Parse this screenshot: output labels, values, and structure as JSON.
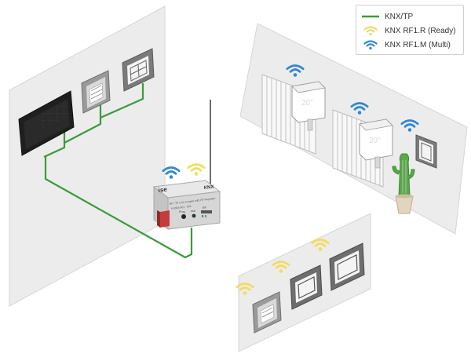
{
  "legend": {
    "items": [
      {
        "label": "KNX/TP",
        "kind": "line",
        "color": "#3a9b3a"
      },
      {
        "label": "KNX RF1.R (Ready)",
        "kind": "wifi",
        "color": "#f2dc5d"
      },
      {
        "label": "KNX RF1.M (Multi)",
        "kind": "wifi",
        "color": "#2f88d0"
      }
    ]
  },
  "gateway": {
    "brand": "ise",
    "logo": "KNX",
    "description": "RF / TP Line Coupler with RF Repeater",
    "part_number": "5-0003-001 · 001",
    "prog_label": "Prog",
    "usb_label": "usb",
    "rf_label": "RF"
  },
  "thermostat_left": {
    "display": "20°"
  },
  "thermostat_right": {
    "display": "20°"
  },
  "colors": {
    "wall": "#ececec",
    "wall_edge": "#d4d4d4",
    "wire": "#3a9b3a",
    "rf_ready": "#f2dc5d",
    "rf_multi": "#2f88d0"
  }
}
